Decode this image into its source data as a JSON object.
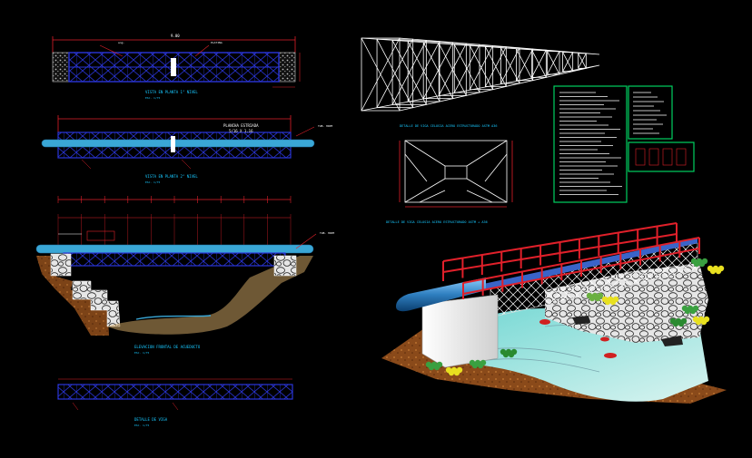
{
  "colors": {
    "background": "#000000",
    "dim_red": "#e0202a",
    "structure_blue": "#2a35d8",
    "pipe_cyan": "#3aa7d6",
    "note_cyan": "#18c8ff",
    "white": "#ffffff",
    "yellow": "#e8e020",
    "green_frame": "#00d060",
    "ground": "#c8a060"
  },
  "labels": {
    "plan_title": "VISTA EN PLANTA 1° NIVEL",
    "plan_scale": "ESC. 1/75",
    "plan2_title": "VISTA EN PLANTA 2° NIVEL",
    "plan2_scale": "ESC. 1/75",
    "plancha_title": "PLANCHA ESTRIADA",
    "plancha_spec": "5/16 X 1.16",
    "elev_title": "ELEVACION FRONTAL DE ACUEDUCTO",
    "elev_scale": "ESC. 1/75",
    "detail_title": "DETALLE DE VIGA",
    "detail_scale": "ESC. 1/75",
    "iso_caption": "DETALLE DE VIGA CELOSIA ACERO ESTRUCTURADO ASTM A36",
    "section_caption": "DETALLE DE VIGA CELOSIA ACERO ESTRUCTURADO ASTM + A36",
    "pipe_label_1": "TUB. HDPE",
    "pipe_label_2": "TUB. HDPE",
    "top_dim": "9.00"
  }
}
